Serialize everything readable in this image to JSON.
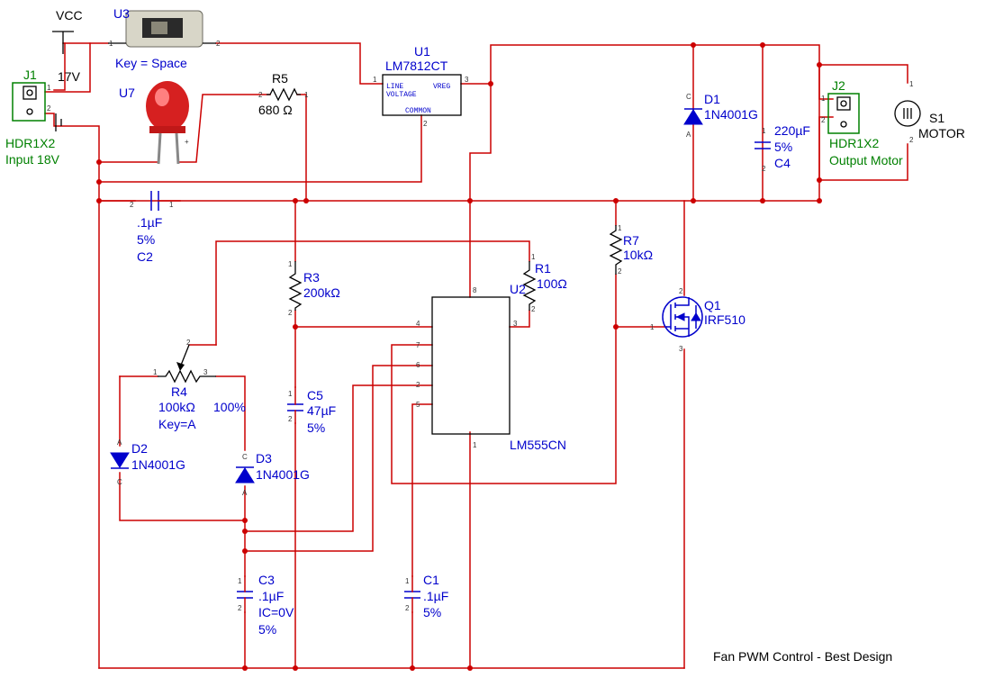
{
  "title": "Fan PWM Control - Best Design",
  "components": {
    "vcc": {
      "label": "VCC",
      "value": "17V"
    },
    "u3": {
      "ref": "U3",
      "value": "Key = Space"
    },
    "u1": {
      "ref": "U1",
      "value": "LM7812CT",
      "pin_line_voltage": "LINE VOLTAGE",
      "pin_vreg": "VREG",
      "pin_common": "COMMON"
    },
    "j1": {
      "ref": "J1",
      "type": "HDR1X2",
      "desc": "Input 18V"
    },
    "u7": {
      "ref": "U7"
    },
    "r5": {
      "ref": "R5",
      "value": "680 Ω"
    },
    "d1": {
      "ref": "D1",
      "value": "1N4001G"
    },
    "c4": {
      "ref": "C4",
      "value": "220µF",
      "tol": "5%"
    },
    "j2": {
      "ref": "J2",
      "type": "HDR1X2",
      "desc": "Output Motor"
    },
    "s1": {
      "ref": "S1",
      "value": "MOTOR"
    },
    "c2": {
      "ref": "C2",
      "value": ".1µF",
      "tol": "5%"
    },
    "r7": {
      "ref": "R7",
      "value": "10kΩ"
    },
    "r1": {
      "ref": "R1",
      "value": "100Ω"
    },
    "u2": {
      "ref": "U2",
      "value": "LM555CN"
    },
    "r3": {
      "ref": "R3",
      "value": "200kΩ"
    },
    "q1": {
      "ref": "Q1",
      "value": "IRF510"
    },
    "r4": {
      "ref": "R4",
      "value": "100kΩ",
      "setting": "100%",
      "key": "Key=A"
    },
    "c5": {
      "ref": "C5",
      "value": "47µF",
      "tol": "5%"
    },
    "d2": {
      "ref": "D2",
      "value": "1N4001G"
    },
    "d3": {
      "ref": "D3",
      "value": "1N4001G"
    },
    "c3": {
      "ref": "C3",
      "value": ".1µF",
      "ic": "IC=0V",
      "tol": "5%"
    },
    "c1": {
      "ref": "C1",
      "value": ".1µF",
      "tol": "5%"
    }
  },
  "colors": {
    "wire": "#cc0000",
    "component": "#0000cc",
    "connector": "#008000",
    "text": "#000000"
  }
}
